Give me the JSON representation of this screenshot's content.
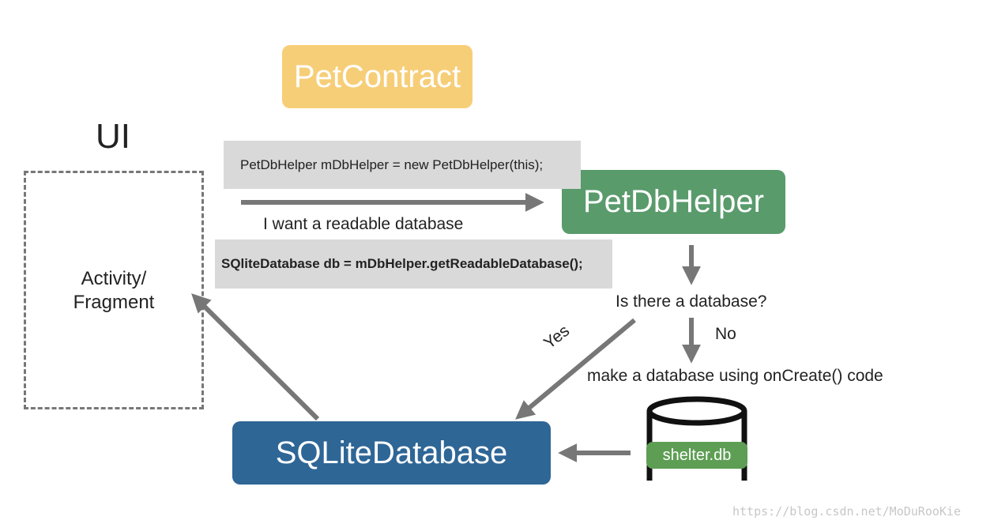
{
  "colors": {
    "petcontract": "#f7ce78",
    "petdbhelper": "#5a9b6c",
    "sqlitedatabase": "#2e6696",
    "code_bg": "#d9d9d9",
    "arrow": "#777777",
    "database_badge": "#5d9e54"
  },
  "ui": {
    "title": "UI",
    "component_label": "Activity/\nFragment"
  },
  "boxes": {
    "petcontract": "PetContract",
    "petdbhelper": "PetDbHelper",
    "sqlitedatabase": "SQLiteDatabase"
  },
  "code": {
    "helper_init": "PetDbHelper mDbHelper = new PetDbHelper(this);",
    "get_readable": "SQliteDatabase db = mDbHelper.getReadableDatabase();"
  },
  "labels": {
    "readable_request": "I want a readable database",
    "question": "Is there a database?",
    "no": "No",
    "yes": "Yes",
    "make_database": "make a database using onCreate() code"
  },
  "database_file": {
    "icon": "database-cylinder-icon",
    "name": "shelter.db"
  },
  "watermark": "https://blog.csdn.net/MoDuRooKie"
}
